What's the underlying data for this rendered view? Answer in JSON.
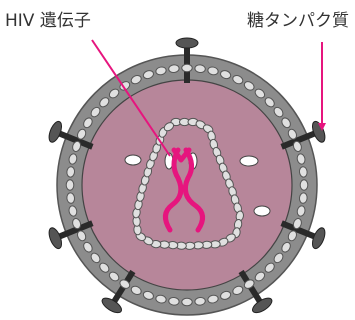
{
  "labels": {
    "hiv_gene": "HIV 遺伝子",
    "glycoprotein": "糖タンパク質"
  },
  "colors": {
    "outer_shell": "#8c8c8c",
    "interior": "#b7869a",
    "beads": "#e0e0e0",
    "bead_outline": "#555555",
    "rna": "#e6157e",
    "pointer": "#e6157e",
    "spike": "#2a2a2a",
    "text": "#333333"
  },
  "icons": {
    "envelope": "lipid-envelope-shape",
    "capsid": "capsid-shape",
    "rna": "rna-strand-shape",
    "spike": "glycoprotein-spike-shape"
  }
}
